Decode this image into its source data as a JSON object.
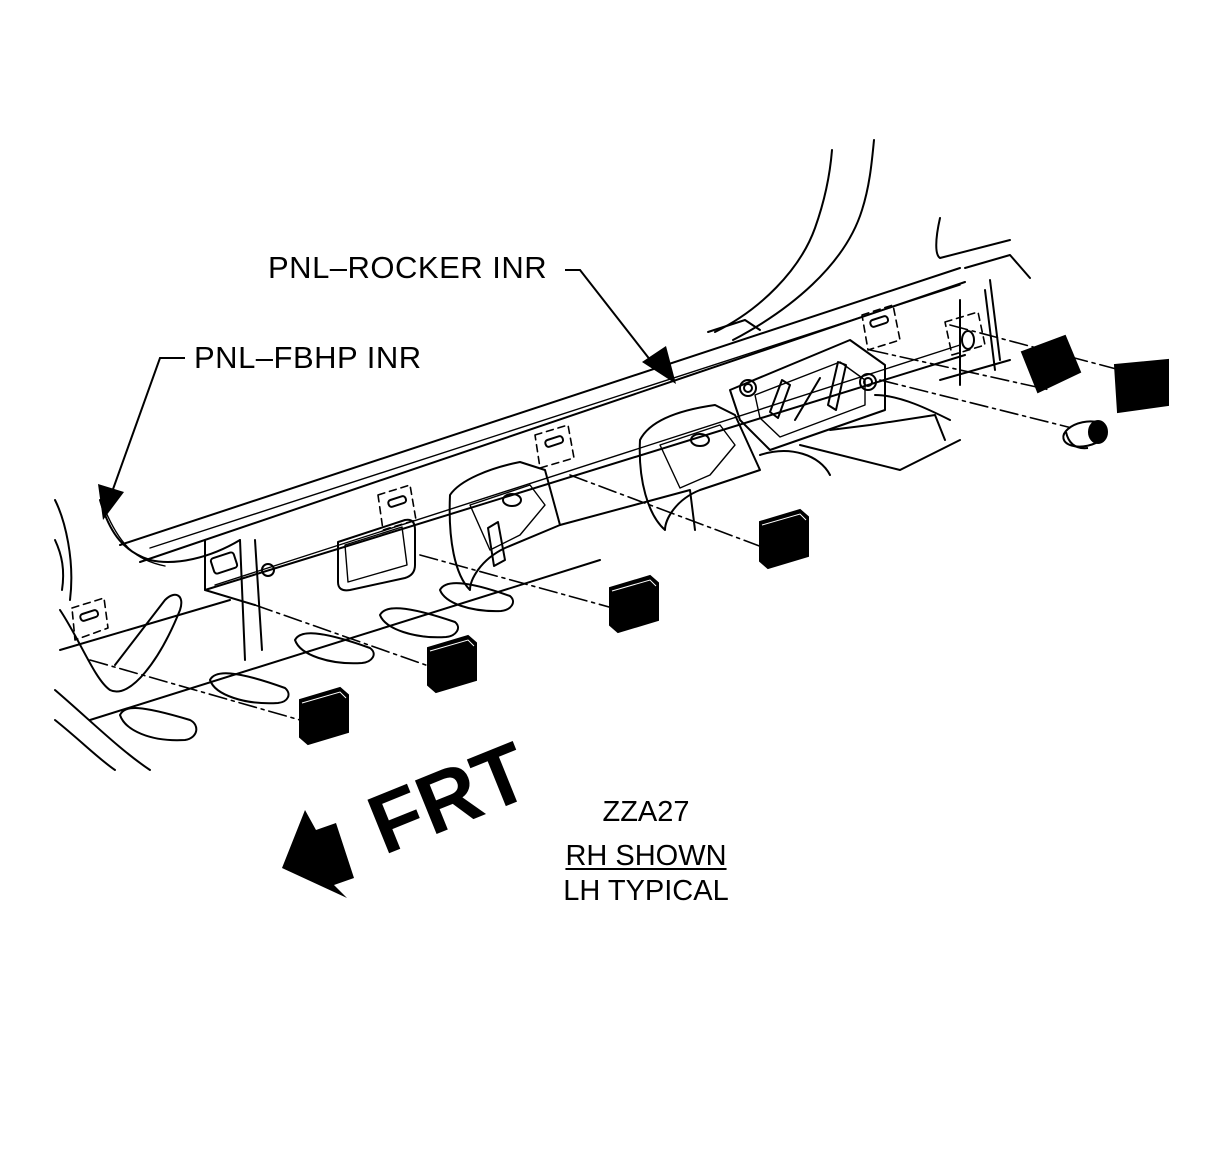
{
  "callouts": {
    "rocker": "PNL–ROCKER INR",
    "fbhp": "PNL–FBHP INR"
  },
  "direction": {
    "label": "FRT"
  },
  "caption": {
    "code": "ZZA27",
    "shown": "RH SHOWN",
    "typical": "LH TYPICAL"
  },
  "colors": {
    "ink": "#000000",
    "paper": "#ffffff"
  }
}
